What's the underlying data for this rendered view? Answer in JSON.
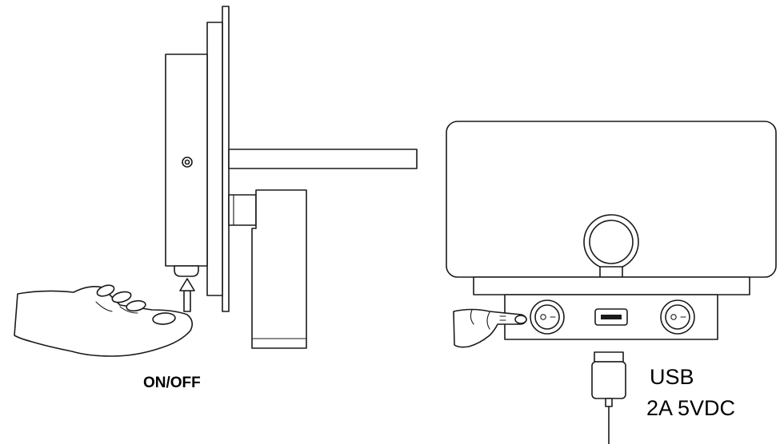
{
  "labels": {
    "on_off": "ON/OFF",
    "usb": "USB",
    "usb_spec": "2A 5VDC"
  },
  "icons": {
    "left_hand": "hand-press-up-icon",
    "right_hand": "hand-press-button-icon",
    "arrow": "arrow-up-icon",
    "usb_plug": "usb-plug-icon"
  },
  "colors": {
    "stroke": "#1a1a1a",
    "background": "#ffffff"
  }
}
